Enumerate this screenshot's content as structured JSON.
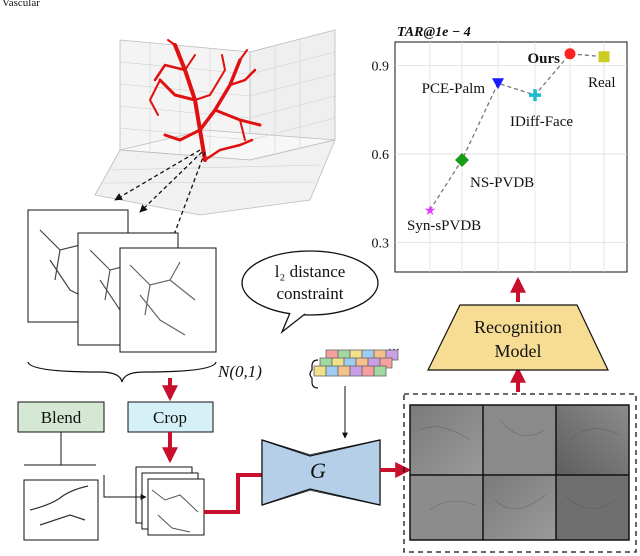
{
  "header_text": "Vascular",
  "cloud_text": {
    "line1": "l₂ distance",
    "line2": "constraint"
  },
  "noise_label": "N(0,1)",
  "ellipsis": "…",
  "blocks": {
    "blend": "Blend",
    "crop": "Crop",
    "generator": "G",
    "recognition_line1": "Recognition",
    "recognition_line2": "Model"
  },
  "colors": {
    "vessel": "#e01010",
    "arrow": "#c8102e",
    "blend_box": "#d5e8d4",
    "crop_box": "#d6f0f7",
    "generator_box": "#b5cfe8",
    "recognition_box": "#f7dc93"
  },
  "chart_data": {
    "type": "scatter",
    "title": "TAR@1e − 4",
    "xlabel": "",
    "ylabel": "",
    "y_ticks": [
      "0.3",
      "0.6",
      "0.9"
    ],
    "ylim": [
      0.2,
      0.98
    ],
    "grid": true,
    "connected_by": "dashed line",
    "points": [
      {
        "label": "Syn-sPVDB",
        "y": 0.41,
        "marker": "star",
        "color": "#e040fb"
      },
      {
        "label": "NS-PVDB",
        "y": 0.58,
        "marker": "diamond",
        "color": "#1a9b1a"
      },
      {
        "label": "PCE-Palm",
        "y": 0.84,
        "marker": "triangle-down",
        "color": "#1a1aff"
      },
      {
        "label": "IDiff-Face",
        "y": 0.8,
        "marker": "plus",
        "color": "#17becf"
      },
      {
        "label": "Ours",
        "y": 0.94,
        "marker": "circle",
        "color": "#ff2222",
        "bold": true
      },
      {
        "label": "Real",
        "y": 0.93,
        "marker": "square",
        "color": "#cccc22"
      }
    ]
  }
}
